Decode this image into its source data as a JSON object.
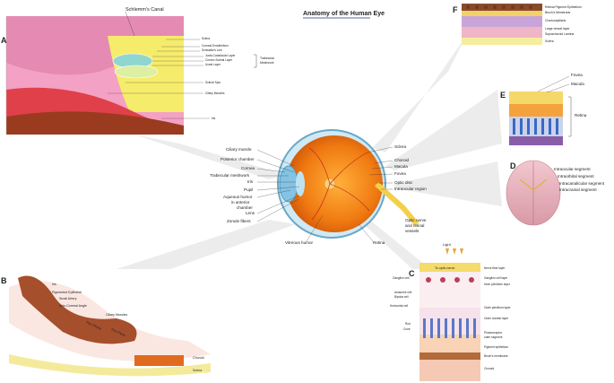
{
  "title": "Anatomy of the Human Eye",
  "panels": {
    "A": "A",
    "B": "B",
    "C": "C",
    "D": "D",
    "E": "E",
    "F": "F"
  },
  "eye": {
    "left_labels": [
      "Ciliary muscle",
      "Posterior chamber",
      "Cornea",
      "Trabecular meshwork",
      "Iris",
      "Pupil",
      "Aqueous humor",
      "in anterior",
      "chamber",
      "Lens",
      "Zonule fibers"
    ],
    "right_labels": [
      "Sclera",
      "Choroid",
      "Macula",
      "Fovea",
      "Optic disc",
      "Intraocular region"
    ],
    "bottom_labels": [
      "Vitreous humor",
      "Retina"
    ],
    "nerve_labels": [
      "Optic nerve",
      "and retinal",
      "vessels"
    ]
  },
  "panel_a": {
    "top": "Schlemm's Canal",
    "right": [
      "Sclera",
      "Corneal Endothelium",
      "Schwalbe's Line",
      "Juxta-Canalicular Layer",
      "Corneo-Scleral Layer",
      "Uveal Layer",
      "Scleral Spur",
      "Ciliary Muscles",
      "Iris"
    ],
    "bracket": [
      "Trabecular",
      "Meshwork"
    ]
  },
  "panel_b": {
    "labels": [
      "Iris",
      "Pigmented Epithelial",
      "Small Artery",
      "Irido-Corneal Angle",
      "Ciliary Muscles",
      "Pars Plicata",
      "Pars Plana",
      "Choroid",
      "Sclera"
    ]
  },
  "panel_c": {
    "top": "Light",
    "strip": "To optic nerve",
    "left": [
      "Ganglion cell",
      "Amacrine cell",
      "Bipolar cell",
      "Horizontal cell",
      "Rod",
      "Cone"
    ],
    "right": [
      "Nerve fiber layer",
      "Ganglion cell layer",
      "Inner plexiform layer",
      "Outer plexiform layer",
      "Outer nuclear layer",
      "Photoreceptor",
      "outer segment",
      "Pigment epithelium",
      "Bruch's membrane",
      "Choroid"
    ]
  },
  "panel_d": {
    "labels": [
      "Intraocular segment",
      "Intraorbital segment",
      "Intracanalicular segment",
      "Intracranial segment"
    ]
  },
  "panel_e": {
    "labels": [
      "Fovea",
      "Macula",
      "Retina"
    ]
  },
  "panel_f": {
    "labels": [
      "Retinal Pigment Epithelium",
      "Bruch's Membrane",
      "Choriocapillaris",
      "Large vessel layer",
      "Suprachoroid Lamina",
      "Sclera"
    ]
  }
}
